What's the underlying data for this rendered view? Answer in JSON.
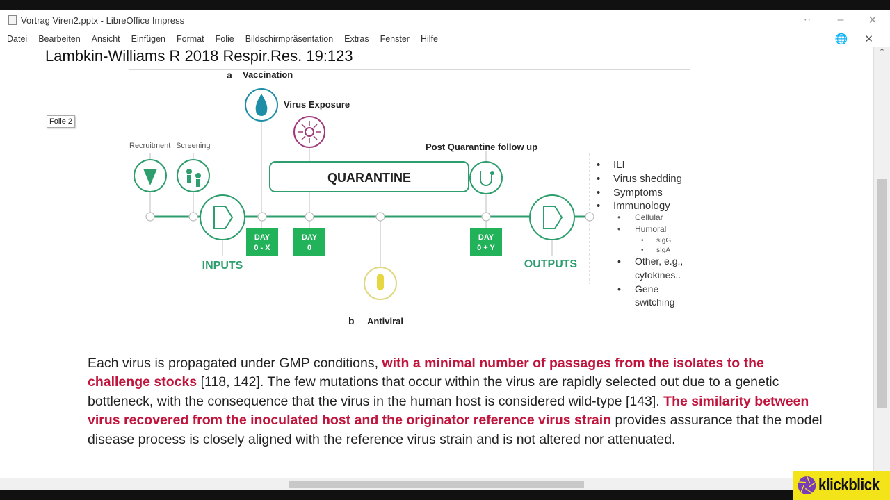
{
  "window": {
    "title": "Vortrag Viren2.pptx - LibreOffice Impress"
  },
  "menu": [
    "Datei",
    "Bearbeiten",
    "Ansicht",
    "Einfügen",
    "Format",
    "Folie",
    "Bildschirmpräsentation",
    "Extras",
    "Fenster",
    "Hilfe"
  ],
  "slide": {
    "citation": "Lambkin-Williams R 2018 Respir.Res. 19:123",
    "tooltip": "Folie 2",
    "figure": {
      "label_a": "a",
      "vaccination": "Vaccination",
      "virus_exposure": "Virus Exposure",
      "recruitment": "Recruitment",
      "screening": "Screening",
      "quarantine": "QUARANTINE",
      "post_quarantine": "Post Quarantine follow up",
      "day1": [
        "DAY",
        "0 - X"
      ],
      "day2": [
        "DAY",
        "0"
      ],
      "day3": [
        "DAY",
        "0 + Y"
      ],
      "inputs": "INPUTS",
      "outputs": "OUTPUTS",
      "label_b": "b",
      "antiviral": "Antiviral",
      "outputs_list": [
        "ILI",
        "Virus shedding",
        "Symptoms",
        "Immunology"
      ],
      "immunology_sub": [
        "Cellular",
        "Humoral"
      ],
      "humoral_sub": [
        "sIgG",
        "sIgA"
      ],
      "other_sub": [
        "Other, e.g.,",
        "cytokines..",
        "Gene",
        "switching"
      ]
    },
    "paragraph": {
      "p1": "Each virus is propagated under GMP conditions, ",
      "r1": "with a minimal number of passages from the isolates to the challenge stocks",
      "p2": " [118, 142]. The few mutations that occur within the virus are rapidly selected out due to a genetic bottleneck, with the consequence that the virus in the human host is considered wild-type [143]. ",
      "r2": "The similarity between virus recovered from the inoculated host and the originator reference virus strain",
      "p3": " provides assurance that the model disease process is closely aligned with the reference virus strain and is not altered nor attenuated."
    }
  },
  "watermark": "klickblick",
  "colors": {
    "green": "#2e9e6e",
    "box": "#22b35a",
    "red": "#c0143c",
    "logo_bg": "#f2e418",
    "logo_purple": "#7a3db8"
  }
}
